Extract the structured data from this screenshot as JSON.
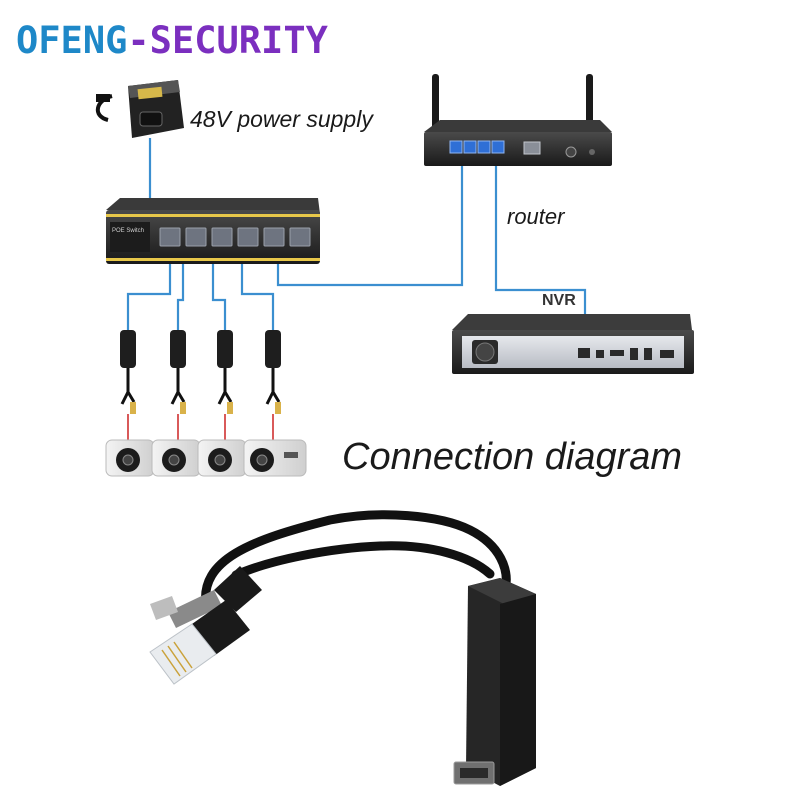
{
  "brand": {
    "part1": "OFENG",
    "dash": "-",
    "part2": "SECURITY",
    "colors": {
      "primary": "#1e88c8",
      "secondary": "#7b2fbf"
    }
  },
  "labels": {
    "power_supply": "48V power supply",
    "router": "router",
    "nvr": "NVR",
    "title": "Connection diagram"
  },
  "device_text": {
    "switch_badge": "POE Switch"
  },
  "colors": {
    "cable": "#3b8fd0",
    "device_body": "#2a2a2a",
    "switch_trim": "#e8c84a",
    "port_blue": "#2f6fd6"
  },
  "icons": [
    "power-supply-icon",
    "poe-switch-icon",
    "router-icon",
    "nvr-icon",
    "poe-splitter-icon",
    "ip-camera-icon",
    "rj45-plug-icon",
    "dc-plug-icon"
  ]
}
